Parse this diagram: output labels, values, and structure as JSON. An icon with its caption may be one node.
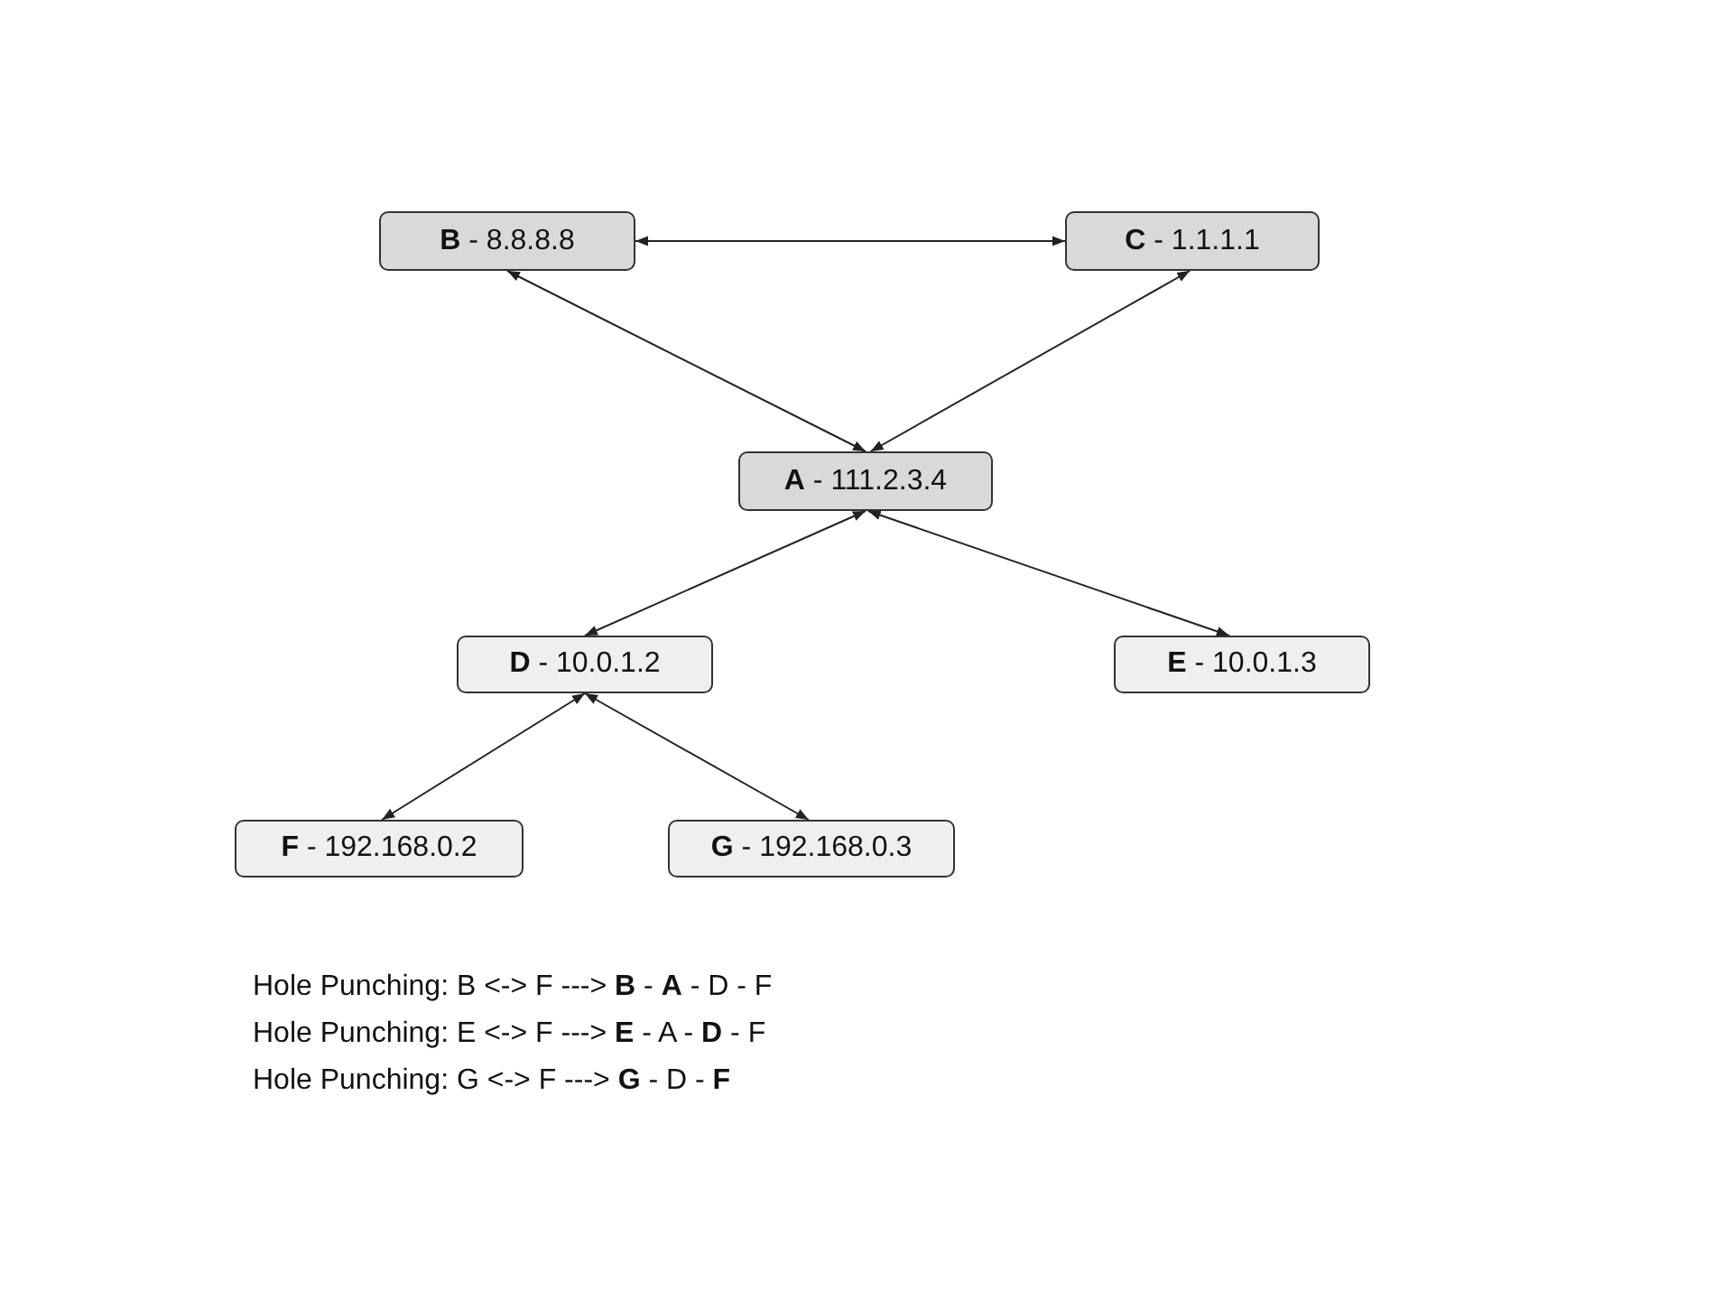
{
  "diagram": {
    "nodes": [
      {
        "text": [
          "**B** - 8.8.8.8"
        ]
      },
      {
        "text": [
          "**C** - 1.1.1.1"
        ]
      },
      {
        "text": [
          "**A** - 111.2.3.4"
        ]
      },
      {
        "text": [
          "**D** - 10.0.1.2"
        ]
      },
      {
        "text": [
          "**E** - 10.0.1.3"
        ]
      },
      {
        "text": [
          "**F** - 192.168.0.2"
        ]
      },
      {
        "text": [
          "**G** - 192.168.0.3"
        ]
      }
    ],
    "edges": [
      {
        "from": 0,
        "to": 1,
        "arrow": "both"
      },
      {
        "from": 0,
        "to": 2,
        "arrow": "both"
      },
      {
        "from": 1,
        "to": 2,
        "arrow": "both"
      },
      {
        "from": 2,
        "to": 3,
        "arrow": "both"
      },
      {
        "from": 2,
        "to": 4,
        "arrow": "both"
      },
      {
        "from": 3,
        "to": 5,
        "arrow": "both"
      },
      {
        "from": 3,
        "to": 6,
        "arrow": "both"
      }
    ],
    "labels": [
      "Hole Punching: B <-> F ---> **B** - **A** - D - F",
      "Hole Punching: E <-> F ---> **E** - A - **D** - F",
      "Hole Punching: G <-> F ---> **G** - D - **F**"
    ]
  }
}
